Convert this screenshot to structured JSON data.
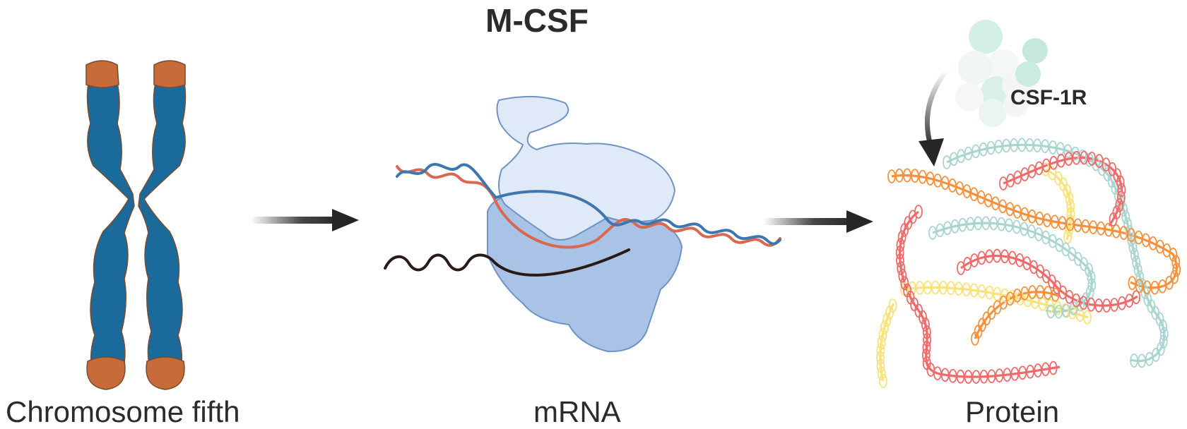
{
  "title": "M-CSF",
  "stages": [
    {
      "label": "Chromosome fifth",
      "icon": "chromosome-icon"
    },
    {
      "label": "mRNA",
      "icon": "ribosome-icon"
    },
    {
      "label": "Protein",
      "icon": "protein-icon"
    }
  ],
  "receptor_label": "CSF-1R",
  "colors": {
    "chromosome_body": "#1b6a9c",
    "chromosome_tips": "#c86b3a",
    "ribosome_large": "#dfe9f7",
    "ribosome_small": "#a9c3e6",
    "strand_red": "#d9684f",
    "strand_blue": "#3f76b0",
    "mrna_strand": "#2a1a16",
    "helix_red": "#ef6a6a",
    "helix_orange": "#f5913d",
    "helix_teal": "#a9d4cf",
    "helix_yellow": "#f9e27a",
    "receptor": "#cfeee4",
    "arrow": "#262626"
  }
}
